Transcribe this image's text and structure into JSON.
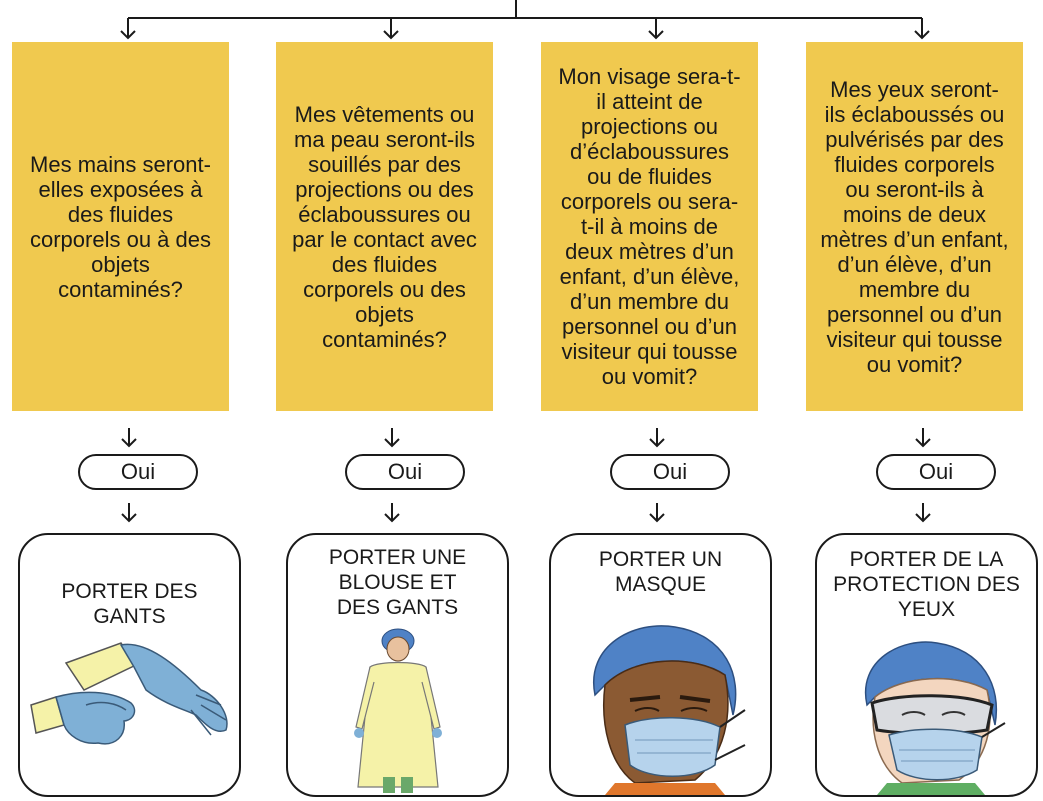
{
  "columns": [
    {
      "question": "Mes mains seront-elles exposées à des fluides corporels ou à des objets contaminés?",
      "answer": "Oui",
      "action": "PORTER DES GANTS",
      "illustration": "gloves-icon"
    },
    {
      "question": "Mes vêtements ou ma peau seront-ils souillés par des projections ou des éclaboussures ou par le contact avec des fluides corporels ou des objets contaminés?",
      "answer": "Oui",
      "action": "PORTER UNE BLOUSE ET DES GANTS",
      "illustration": "gown-icon"
    },
    {
      "question": "Mon visage sera-t-il atteint de projections ou d’éclaboussures ou de fluides corporels ou sera-t-il à moins de deux mètres d’un enfant, d’un élève, d’un membre du personnel ou d’un visiteur qui tousse ou vomit?",
      "answer": "Oui",
      "action": "PORTER UN MASQUE",
      "illustration": "mask-icon"
    },
    {
      "question": "Mes yeux seront-ils éclaboussés ou pulvérisés par des fluides corporels ou seront-ils à moins de deux mètres d’un enfant, d’un élève, d’un membre du personnel ou d’un visiteur qui tousse ou vomit?",
      "answer": "Oui",
      "action": "PORTER DE LA PROTECTION DES YEUX",
      "illustration": "eye-protection-icon"
    }
  ],
  "colors": {
    "question_fill": "#f0c94f",
    "line": "#1a1a1a",
    "glove": "#7fb0d6",
    "gown": "#f5f2a8",
    "cap": "#4f82c6",
    "mask": "#b6d3ec"
  }
}
